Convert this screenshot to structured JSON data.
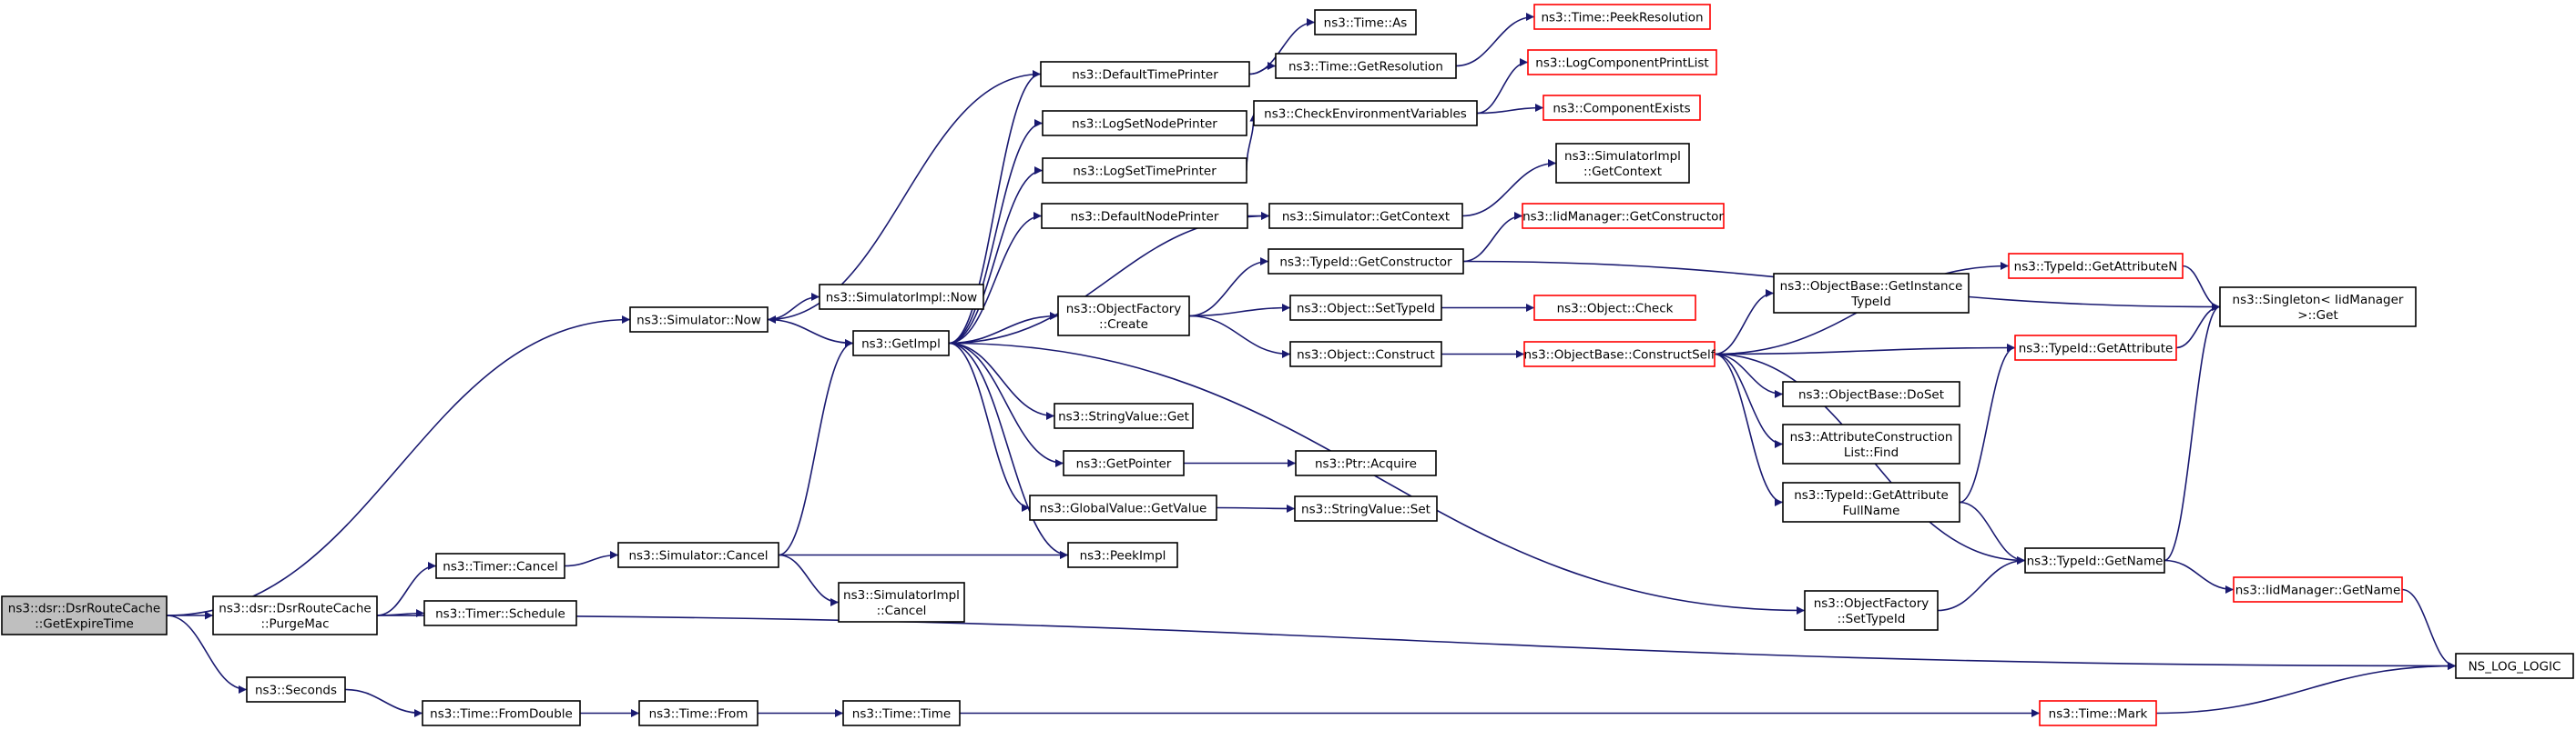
{
  "colors": {
    "edge": "#191970",
    "box_border": "#000000",
    "box_border_missing": "#ff0000",
    "root_fill": "#bfbfbf",
    "box_fill": "#ffffff"
  },
  "nodes": [
    {
      "id": "root",
      "lines": [
        "ns3::dsr::DsrRouteCache",
        "::GetExpireTime"
      ],
      "style": "root"
    },
    {
      "id": "purgemac",
      "lines": [
        "ns3::dsr::DsrRouteCache",
        "::PurgeMac"
      ],
      "style": "normal"
    },
    {
      "id": "seconds",
      "lines": [
        "ns3::Seconds"
      ],
      "style": "normal"
    },
    {
      "id": "timer_cancel",
      "lines": [
        "ns3::Timer::Cancel"
      ],
      "style": "normal"
    },
    {
      "id": "timer_schedule",
      "lines": [
        "ns3::Timer::Schedule"
      ],
      "style": "normal"
    },
    {
      "id": "sim_now",
      "lines": [
        "ns3::Simulator::Now"
      ],
      "style": "normal"
    },
    {
      "id": "simimpl_now",
      "lines": [
        "ns3::SimulatorImpl::Now"
      ],
      "style": "normal"
    },
    {
      "id": "getimpl",
      "lines": [
        "ns3::GetImpl"
      ],
      "style": "normal"
    },
    {
      "id": "sim_cancel",
      "lines": [
        "ns3::Simulator::Cancel"
      ],
      "style": "normal"
    },
    {
      "id": "simimpl_cancel",
      "lines": [
        "ns3::SimulatorImpl",
        "::Cancel"
      ],
      "style": "normal"
    },
    {
      "id": "time_fromdouble",
      "lines": [
        "ns3::Time::FromDouble"
      ],
      "style": "normal"
    },
    {
      "id": "time_from",
      "lines": [
        "ns3::Time::From"
      ],
      "style": "normal"
    },
    {
      "id": "time_time",
      "lines": [
        "ns3::Time::Time"
      ],
      "style": "normal"
    },
    {
      "id": "time_mark",
      "lines": [
        "ns3::Time::Mark"
      ],
      "style": "missing"
    },
    {
      "id": "ns_log_logic",
      "lines": [
        "NS_LOG_LOGIC"
      ],
      "style": "normal"
    },
    {
      "id": "default_time_printer",
      "lines": [
        "ns3::DefaultTimePrinter"
      ],
      "style": "normal"
    },
    {
      "id": "time_as",
      "lines": [
        "ns3::Time::As"
      ],
      "style": "normal"
    },
    {
      "id": "time_peekres",
      "lines": [
        "ns3::Time::PeekResolution"
      ],
      "style": "missing"
    },
    {
      "id": "time_getres",
      "lines": [
        "ns3::Time::GetResolution"
      ],
      "style": "normal"
    },
    {
      "id": "log_component_print_list",
      "lines": [
        "ns3::LogComponentPrintList"
      ],
      "style": "missing"
    },
    {
      "id": "log_set_node_printer",
      "lines": [
        "ns3::LogSetNodePrinter"
      ],
      "style": "normal"
    },
    {
      "id": "check_env_vars",
      "lines": [
        "ns3::CheckEnvironmentVariables"
      ],
      "style": "normal"
    },
    {
      "id": "component_exists",
      "lines": [
        "ns3::ComponentExists"
      ],
      "style": "missing"
    },
    {
      "id": "log_set_time_printer",
      "lines": [
        "ns3::LogSetTimePrinter"
      ],
      "style": "normal"
    },
    {
      "id": "simimpl_getcontext",
      "lines": [
        "ns3::SimulatorImpl",
        "::GetContext"
      ],
      "style": "normal"
    },
    {
      "id": "default_node_printer",
      "lines": [
        "ns3::DefaultNodePrinter"
      ],
      "style": "normal"
    },
    {
      "id": "sim_getcontext",
      "lines": [
        "ns3::Simulator::GetContext"
      ],
      "style": "normal"
    },
    {
      "id": "iidmgr_getconstructor",
      "lines": [
        "ns3::IidManager::GetConstructor"
      ],
      "style": "missing"
    },
    {
      "id": "typeid_getconstructor",
      "lines": [
        "ns3::TypeId::GetConstructor"
      ],
      "style": "normal"
    },
    {
      "id": "typeid_getattributen",
      "lines": [
        "ns3::TypeId::GetAttributeN"
      ],
      "style": "missing"
    },
    {
      "id": "singleton_get",
      "lines": [
        "ns3::Singleton< IidManager",
        " >::Get"
      ],
      "style": "normal"
    },
    {
      "id": "objfactory_create",
      "lines": [
        "ns3::ObjectFactory",
        "::Create"
      ],
      "style": "normal"
    },
    {
      "id": "object_settypeid",
      "lines": [
        "ns3::Object::SetTypeId"
      ],
      "style": "normal"
    },
    {
      "id": "object_check",
      "lines": [
        "ns3::Object::Check"
      ],
      "style": "missing"
    },
    {
      "id": "objbase_getinstancetypeid",
      "lines": [
        "ns3::ObjectBase::GetInstance",
        "TypeId"
      ],
      "style": "normal"
    },
    {
      "id": "object_construct",
      "lines": [
        "ns3::Object::Construct"
      ],
      "style": "normal"
    },
    {
      "id": "objbase_constructself",
      "lines": [
        "ns3::ObjectBase::ConstructSelf"
      ],
      "style": "missing"
    },
    {
      "id": "typeid_getattribute",
      "lines": [
        "ns3::TypeId::GetAttribute"
      ],
      "style": "missing"
    },
    {
      "id": "objbase_doset",
      "lines": [
        "ns3::ObjectBase::DoSet"
      ],
      "style": "normal"
    },
    {
      "id": "attrconstr_find",
      "lines": [
        "ns3::AttributeConstruction",
        "List::Find"
      ],
      "style": "normal"
    },
    {
      "id": "stringvalue_get",
      "lines": [
        "ns3::StringValue::Get"
      ],
      "style": "normal"
    },
    {
      "id": "getpointer",
      "lines": [
        "ns3::GetPointer"
      ],
      "style": "normal"
    },
    {
      "id": "ptr_acquire",
      "lines": [
        "ns3::Ptr::Acquire"
      ],
      "style": "normal"
    },
    {
      "id": "typeid_getattrfullname",
      "lines": [
        "ns3::TypeId::GetAttribute",
        "FullName"
      ],
      "style": "normal"
    },
    {
      "id": "globalvalue_getvalue",
      "lines": [
        "ns3::GlobalValue::GetValue"
      ],
      "style": "normal"
    },
    {
      "id": "stringvalue_set",
      "lines": [
        "ns3::StringValue::Set"
      ],
      "style": "normal"
    },
    {
      "id": "peekimpl",
      "lines": [
        "ns3::PeekImpl"
      ],
      "style": "normal"
    },
    {
      "id": "typeid_getname",
      "lines": [
        "ns3::TypeId::GetName"
      ],
      "style": "normal"
    },
    {
      "id": "iidmgr_getname",
      "lines": [
        "ns3::IidManager::GetName"
      ],
      "style": "missing"
    },
    {
      "id": "objfactory_settypeid",
      "lines": [
        "ns3::ObjectFactory",
        "::SetTypeId"
      ],
      "style": "normal"
    }
  ],
  "edges": [
    [
      "root",
      "purgemac"
    ],
    [
      "root",
      "seconds"
    ],
    [
      "root",
      "sim_now"
    ],
    [
      "purgemac",
      "timer_cancel"
    ],
    [
      "purgemac",
      "timer_schedule"
    ],
    [
      "purgemac",
      "ns_log_logic"
    ],
    [
      "timer_cancel",
      "sim_cancel"
    ],
    [
      "sim_cancel",
      "getimpl"
    ],
    [
      "sim_cancel",
      "peekimpl"
    ],
    [
      "sim_cancel",
      "simimpl_cancel"
    ],
    [
      "sim_now",
      "simimpl_now"
    ],
    [
      "sim_now",
      "getimpl"
    ],
    [
      "seconds",
      "time_fromdouble"
    ],
    [
      "time_fromdouble",
      "time_from"
    ],
    [
      "time_from",
      "time_time"
    ],
    [
      "time_time",
      "time_mark"
    ],
    [
      "time_mark",
      "ns_log_logic"
    ],
    [
      "getimpl",
      "default_time_printer"
    ],
    [
      "getimpl",
      "log_set_node_printer"
    ],
    [
      "getimpl",
      "log_set_time_printer"
    ],
    [
      "getimpl",
      "default_node_printer"
    ],
    [
      "getimpl",
      "sim_getcontext"
    ],
    [
      "getimpl",
      "objfactory_create"
    ],
    [
      "getimpl",
      "stringvalue_get"
    ],
    [
      "getimpl",
      "getpointer"
    ],
    [
      "getimpl",
      "globalvalue_getvalue"
    ],
    [
      "getimpl",
      "peekimpl"
    ],
    [
      "getimpl",
      "objfactory_settypeid"
    ],
    [
      "default_time_printer",
      "sim_now"
    ],
    [
      "default_time_printer",
      "time_as"
    ],
    [
      "default_time_printer",
      "time_getres"
    ],
    [
      "time_getres",
      "time_peekres"
    ],
    [
      "log_set_time_printer",
      "check_env_vars"
    ],
    [
      "check_env_vars",
      "log_component_print_list"
    ],
    [
      "check_env_vars",
      "component_exists"
    ],
    [
      "default_node_printer",
      "sim_getcontext"
    ],
    [
      "sim_getcontext",
      "simimpl_getcontext"
    ],
    [
      "objfactory_create",
      "typeid_getconstructor"
    ],
    [
      "objfactory_create",
      "object_settypeid"
    ],
    [
      "objfactory_create",
      "object_construct"
    ],
    [
      "typeid_getconstructor",
      "iidmgr_getconstructor"
    ],
    [
      "typeid_getconstructor",
      "singleton_get"
    ],
    [
      "object_settypeid",
      "object_check"
    ],
    [
      "object_construct",
      "objbase_constructself"
    ],
    [
      "objbase_constructself",
      "objbase_getinstancetypeid"
    ],
    [
      "objbase_constructself",
      "typeid_getattributen"
    ],
    [
      "objbase_constructself",
      "typeid_getattribute"
    ],
    [
      "objbase_constructself",
      "objbase_doset"
    ],
    [
      "objbase_constructself",
      "attrconstr_find"
    ],
    [
      "objbase_constructself",
      "typeid_getattrfullname"
    ],
    [
      "objbase_constructself",
      "typeid_getname"
    ],
    [
      "typeid_getattributen",
      "singleton_get"
    ],
    [
      "typeid_getattribute",
      "singleton_get"
    ],
    [
      "typeid_getattrfullname",
      "typeid_getattribute"
    ],
    [
      "typeid_getattrfullname",
      "typeid_getname"
    ],
    [
      "typeid_getname",
      "singleton_get"
    ],
    [
      "typeid_getname",
      "iidmgr_getname"
    ],
    [
      "iidmgr_getname",
      "ns_log_logic"
    ],
    [
      "getpointer",
      "ptr_acquire"
    ],
    [
      "globalvalue_getvalue",
      "stringvalue_set"
    ],
    [
      "objfactory_settypeid",
      "typeid_getname"
    ]
  ]
}
